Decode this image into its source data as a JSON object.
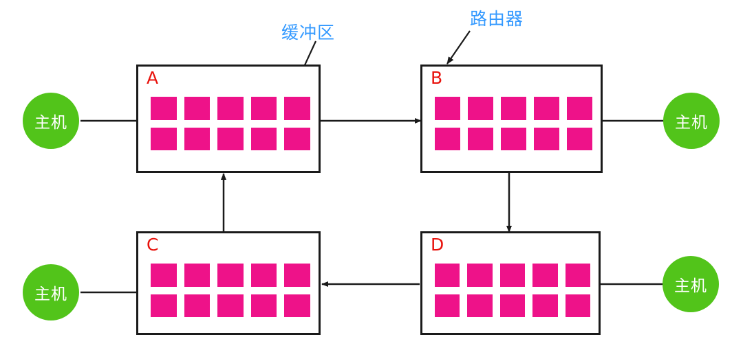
{
  "diagram": {
    "title": "Router buffer network diagram",
    "colors": {
      "buffer_cell": "#ee1289",
      "host_circle": "#52c41a",
      "router_label": "#e8120c",
      "annotation": "#3399ff",
      "line": "#1a1a1a"
    },
    "annotations": [
      {
        "name": "buffer",
        "label": "缓冲区"
      },
      {
        "name": "router",
        "label": "路由器"
      }
    ],
    "routers": [
      {
        "id": "A",
        "label": "A",
        "buffer_cells": 10,
        "buffer_rows": 2,
        "buffer_cols": 5
      },
      {
        "id": "B",
        "label": "B",
        "buffer_cells": 10,
        "buffer_rows": 2,
        "buffer_cols": 5
      },
      {
        "id": "C",
        "label": "C",
        "buffer_cells": 10,
        "buffer_rows": 2,
        "buffer_cols": 5
      },
      {
        "id": "D",
        "label": "D",
        "buffer_cells": 10,
        "buffer_rows": 2,
        "buffer_cols": 5
      }
    ],
    "hosts": [
      {
        "id": "host-top-left",
        "label": "主机",
        "attached_to": "A"
      },
      {
        "id": "host-top-right",
        "label": "主机",
        "attached_to": "B"
      },
      {
        "id": "host-bottom-left",
        "label": "主机",
        "attached_to": "C"
      },
      {
        "id": "host-bottom-right",
        "label": "主机",
        "attached_to": "D"
      }
    ],
    "links": [
      {
        "name": "a-to-b",
        "from": "A",
        "to": "B",
        "direction": "right",
        "arrow": true
      },
      {
        "name": "b-to-d",
        "from": "B",
        "to": "D",
        "direction": "down",
        "arrow": true
      },
      {
        "name": "d-to-c",
        "from": "D",
        "to": "C",
        "direction": "left",
        "arrow": true
      },
      {
        "name": "c-to-a",
        "from": "C",
        "to": "A",
        "direction": "up",
        "arrow": true
      },
      {
        "name": "host-tl-to-a",
        "from": "host-top-left",
        "to": "A",
        "direction": "none",
        "arrow": false
      },
      {
        "name": "b-to-host-tr",
        "from": "B",
        "to": "host-top-right",
        "direction": "none",
        "arrow": false
      },
      {
        "name": "host-bl-to-c",
        "from": "host-bottom-left",
        "to": "C",
        "direction": "none",
        "arrow": false
      },
      {
        "name": "d-to-host-br",
        "from": "D",
        "to": "host-bottom-right",
        "direction": "none",
        "arrow": false
      }
    ]
  }
}
